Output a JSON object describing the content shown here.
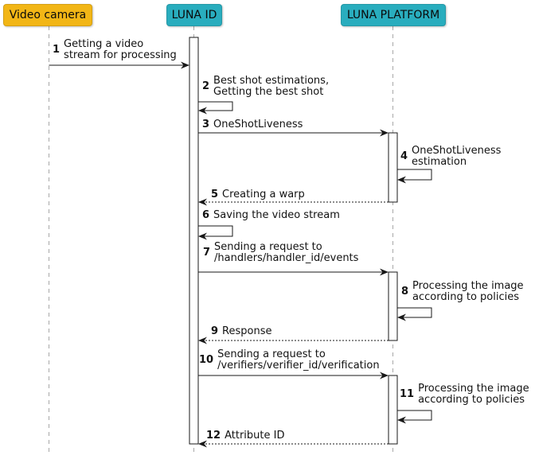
{
  "diagram": {
    "type": "sequence",
    "participants": [
      {
        "id": "video-camera",
        "label": "Video camera",
        "fill": "#F2B616"
      },
      {
        "id": "luna-id",
        "label": "LUNA ID",
        "fill": "#29ADBE"
      },
      {
        "id": "luna-platform",
        "label": "LUNA PLATFORM",
        "fill": "#29ADBE"
      }
    ],
    "colors": {
      "message_line": "#181818",
      "lifeline": "#A8A8A8",
      "text": "#121212",
      "activation_fill": "#FFFFFF",
      "activation_border": "#181818"
    },
    "messages": [
      {
        "num": "1",
        "text": "Getting a video\nstream for processing",
        "from": "Video camera",
        "to": "LUNA ID",
        "line": "solid"
      },
      {
        "num": "2",
        "text": "Best shot estimations,\nGetting the best shot",
        "from": "LUNA ID",
        "to": "LUNA ID",
        "line": "self"
      },
      {
        "num": "3",
        "text": "OneShotLiveness",
        "from": "LUNA ID",
        "to": "LUNA PLATFORM",
        "line": "solid"
      },
      {
        "num": "4",
        "text": "OneShotLiveness\nestimation",
        "from": "LUNA PLATFORM",
        "to": "LUNA PLATFORM",
        "line": "self"
      },
      {
        "num": "5",
        "text": "Creating a warp",
        "from": "LUNA PLATFORM",
        "to": "LUNA ID",
        "line": "dashed"
      },
      {
        "num": "6",
        "text": "Saving the video stream",
        "from": "LUNA ID",
        "to": "LUNA ID",
        "line": "self"
      },
      {
        "num": "7",
        "text": "Sending a request to\n/handlers/handler_id/events",
        "from": "LUNA ID",
        "to": "LUNA PLATFORM",
        "line": "solid"
      },
      {
        "num": "8",
        "text": "Processing the image\naccording to policies",
        "from": "LUNA PLATFORM",
        "to": "LUNA PLATFORM",
        "line": "self"
      },
      {
        "num": "9",
        "text": "Response",
        "from": "LUNA PLATFORM",
        "to": "LUNA ID",
        "line": "dashed"
      },
      {
        "num": "10",
        "text": "Sending a request to\n/verifiers/verifier_id/verification",
        "from": "LUNA ID",
        "to": "LUNA PLATFORM",
        "line": "solid"
      },
      {
        "num": "11",
        "text": "Processing the image\naccording to policies",
        "from": "LUNA PLATFORM",
        "to": "LUNA PLATFORM",
        "line": "self"
      },
      {
        "num": "12",
        "text": "Attribute ID",
        "from": "LUNA PLATFORM",
        "to": "LUNA ID",
        "line": "dashed"
      }
    ]
  }
}
